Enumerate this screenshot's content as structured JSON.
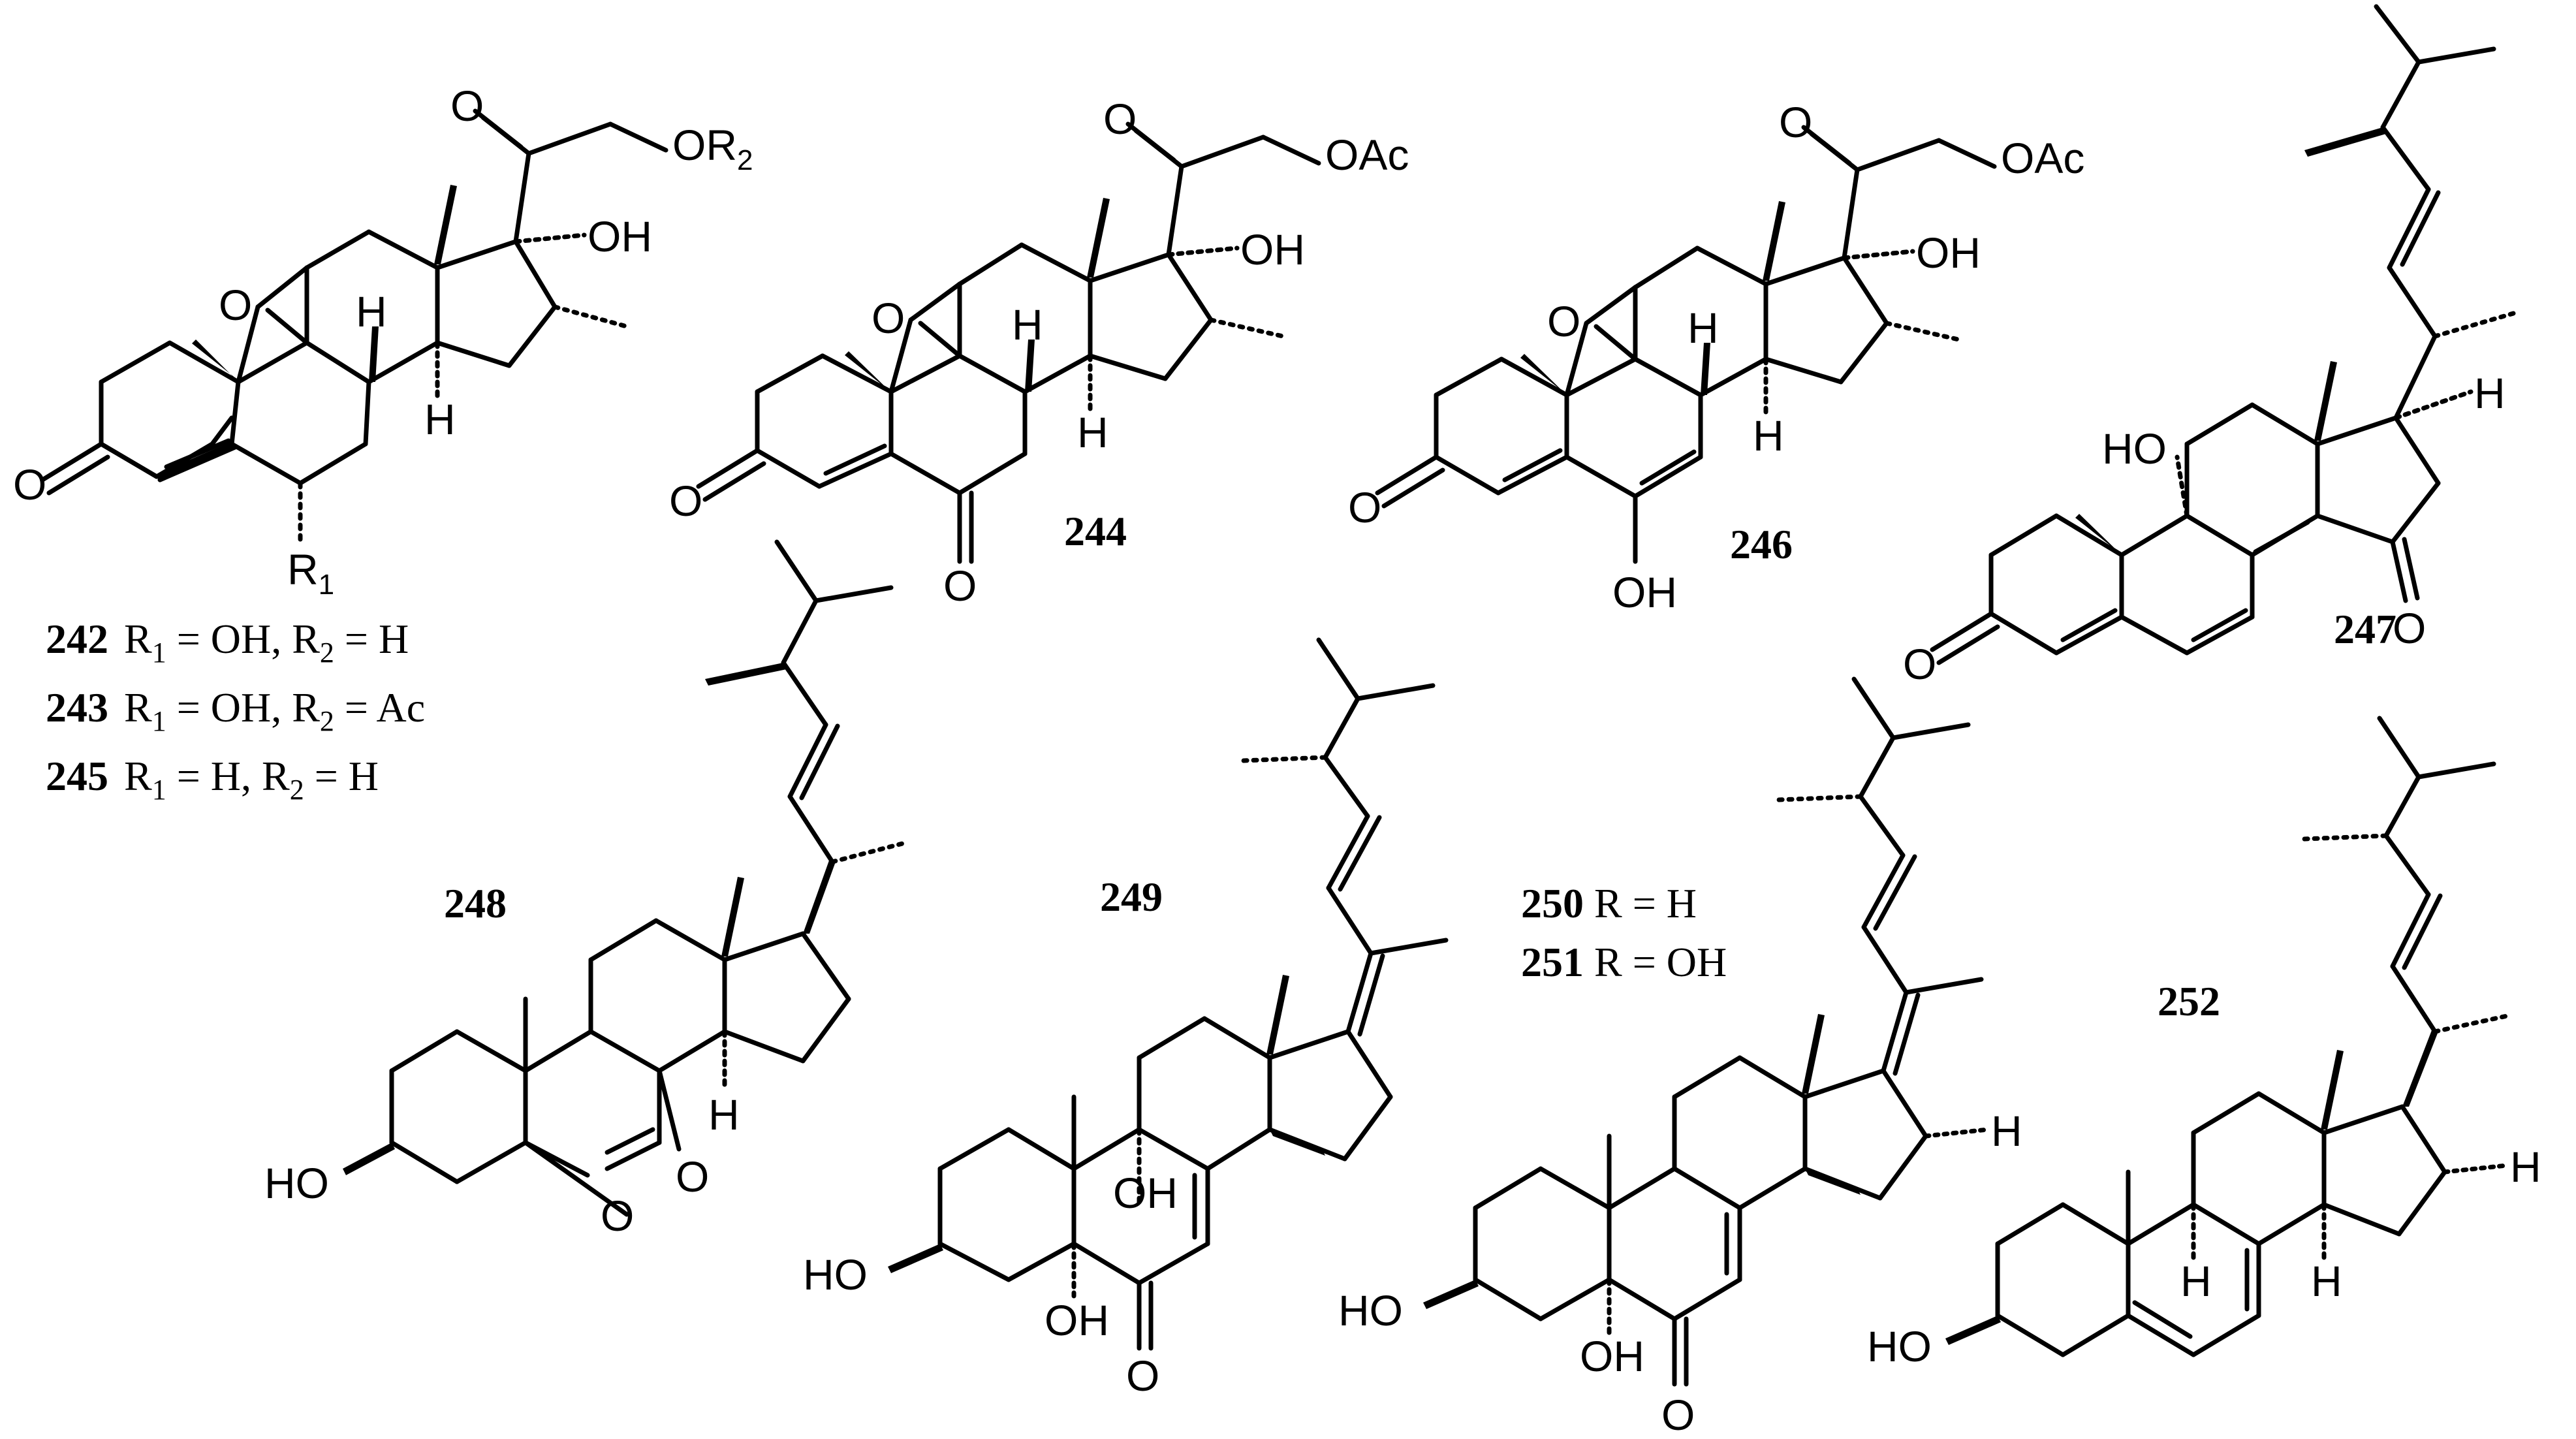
{
  "compounds": {
    "c242": {
      "id": "242",
      "r1": "R",
      "r1_sub": "1",
      "r1_val": " = OH, ",
      "r2": "R",
      "r2_sub": "2",
      "r2_val": " = H"
    },
    "c243": {
      "id": "243",
      "r1": "R",
      "r1_sub": "1",
      "r1_val": " = OH, ",
      "r2": "R",
      "r2_sub": "2",
      "r2_val": " = Ac"
    },
    "c245": {
      "id": "245",
      "r1": "R",
      "r1_sub": "1",
      "r1_val": " = H, ",
      "r2": "R",
      "r2_sub": "2",
      "r2_val": " = H"
    },
    "c244": {
      "id": "244"
    },
    "c246": {
      "id": "246"
    },
    "c247": {
      "id": "247"
    },
    "c248": {
      "id": "248"
    },
    "c249": {
      "id": "249"
    },
    "c250": {
      "id": "250",
      "legend": " R = H"
    },
    "c251": {
      "id": "251",
      "legend": " R = OH"
    },
    "c252": {
      "id": "252"
    }
  },
  "atoms": {
    "O": "O",
    "OH": "OH",
    "HO": "HO",
    "H": "H",
    "OAc": "OAc",
    "OR": "OR",
    "R2sub": "2",
    "R": "R",
    "R1sub": "1"
  }
}
